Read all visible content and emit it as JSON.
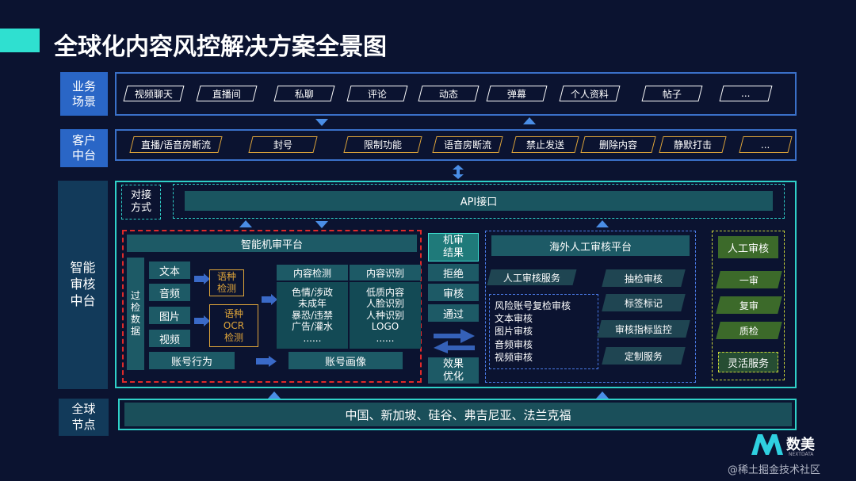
{
  "title": "全球化内容风控解决方案全景图",
  "rows": {
    "business": {
      "label": "业务\n场景",
      "items": [
        "视频聊天",
        "直播间",
        "私聊",
        "评论",
        "动态",
        "弹幕",
        "个人资料",
        "帖子",
        "..."
      ]
    },
    "client": {
      "label": "客户\n中台",
      "items": [
        "直播/语音房断流",
        "封号",
        "限制功能",
        "语音房断流",
        "禁止发送",
        "删除内容",
        "静默打击",
        "..."
      ]
    },
    "smart": {
      "label": "智能\n审核\n中台"
    },
    "global": {
      "label": "全球\n节点",
      "nodes": "中国、新加坡、硅谷、弗吉尼亚、法兰克福"
    }
  },
  "interface": {
    "label": "对接\n方式",
    "api": "API接口"
  },
  "machine": {
    "title": "智能机审平台",
    "filter": "过\n检\n数\n据",
    "types": [
      "文本",
      "音频",
      "图片",
      "视频"
    ],
    "lang_detect": "语种\n检测",
    "ocr_detect": "语种\nOCR\n检测",
    "content_detect": {
      "title": "内容检测",
      "body": "色情/涉政\n未成年\n暴恐/违禁\n广告/灌水\n......"
    },
    "content_recog": {
      "title": "内容识别",
      "body": "低质内容\n人脸识别\n人种识别\nLOGO\n......"
    },
    "account_behavior": "账号行为",
    "account_profile": "账号画像"
  },
  "results": {
    "title": "机审\n结果",
    "items": [
      "拒绝",
      "审核",
      "通过"
    ],
    "optimize": "效果\n优化"
  },
  "human": {
    "title": "海外人工审核平台",
    "service": "人工审核服务",
    "list": "风险账号复检审核\n文本审核\n图片审核\n音频审核\n视频审核",
    "right": [
      "抽检审核",
      "标签标记",
      "审核指标监控",
      "定制服务"
    ]
  },
  "manual": {
    "title": "人工审核",
    "items": [
      "一审",
      "复审",
      "质检"
    ],
    "flex": "灵活服务"
  },
  "brand": {
    "name": "数美",
    "sub": "NEXTDATA"
  },
  "watermark": "@稀土掘金技术社区",
  "colors": {
    "background": "#0b1330",
    "accent": "#2fe0d0",
    "label_blue": "#2a66c6",
    "teal": "#1d5a66",
    "red_dash": "#e02a2a",
    "yellow_dash": "#c7d23a"
  }
}
